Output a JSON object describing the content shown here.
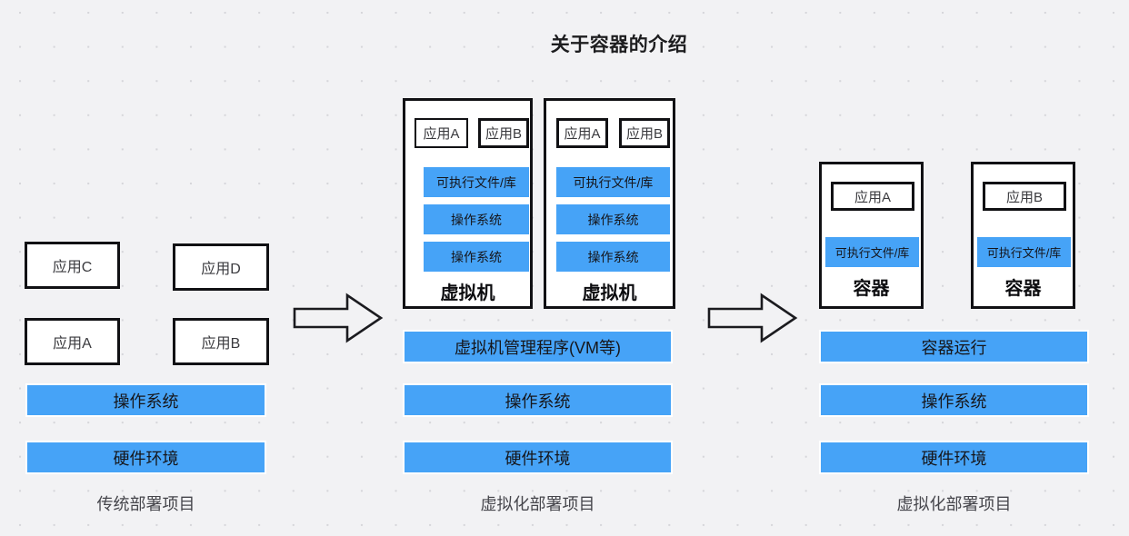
{
  "title": "关于容器的介绍",
  "colors": {
    "background": "#f2f2f4",
    "dot": "#d6d6da",
    "blue": "#46a3f7",
    "border": "#111114",
    "caption_text": "#46464c"
  },
  "sections": [
    {
      "id": "traditional",
      "caption": "传统部署项目",
      "apps": [
        {
          "label": "应用C"
        },
        {
          "label": "应用D"
        },
        {
          "label": "应用A"
        },
        {
          "label": "应用B"
        }
      ],
      "bars": [
        {
          "label": "操作系统"
        },
        {
          "label": "硬件环境"
        }
      ]
    },
    {
      "id": "virtualized",
      "caption": "虚拟化部署项目",
      "vms": [
        {
          "name": "虚拟机",
          "apps": [
            {
              "label": "应用A"
            },
            {
              "label": "应用B"
            }
          ],
          "layers": [
            {
              "label": "可执行文件/库"
            },
            {
              "label": "操作系统"
            },
            {
              "label": "操作系统"
            }
          ]
        },
        {
          "name": "虚拟机",
          "apps": [
            {
              "label": "应用A"
            },
            {
              "label": "应用B"
            }
          ],
          "layers": [
            {
              "label": "可执行文件/库"
            },
            {
              "label": "操作系统"
            },
            {
              "label": "操作系统"
            }
          ]
        }
      ],
      "bars": [
        {
          "label": "虚拟机管理程序(VM等)"
        },
        {
          "label": "操作系统"
        },
        {
          "label": "硬件环境"
        }
      ]
    },
    {
      "id": "containerized",
      "caption": "虚拟化部署项目",
      "containers": [
        {
          "name": "容器",
          "app": {
            "label": "应用A"
          },
          "layer": {
            "label": "可执行文件/库"
          }
        },
        {
          "name": "容器",
          "app": {
            "label": "应用B"
          },
          "layer": {
            "label": "可执行文件/库"
          }
        }
      ],
      "bars": [
        {
          "label": "容器运行"
        },
        {
          "label": "操作系统"
        },
        {
          "label": "硬件环境"
        }
      ]
    }
  ],
  "arrows": [
    {
      "name": "arrow-traditional-to-virtualized"
    },
    {
      "name": "arrow-virtualized-to-containerized"
    }
  ]
}
